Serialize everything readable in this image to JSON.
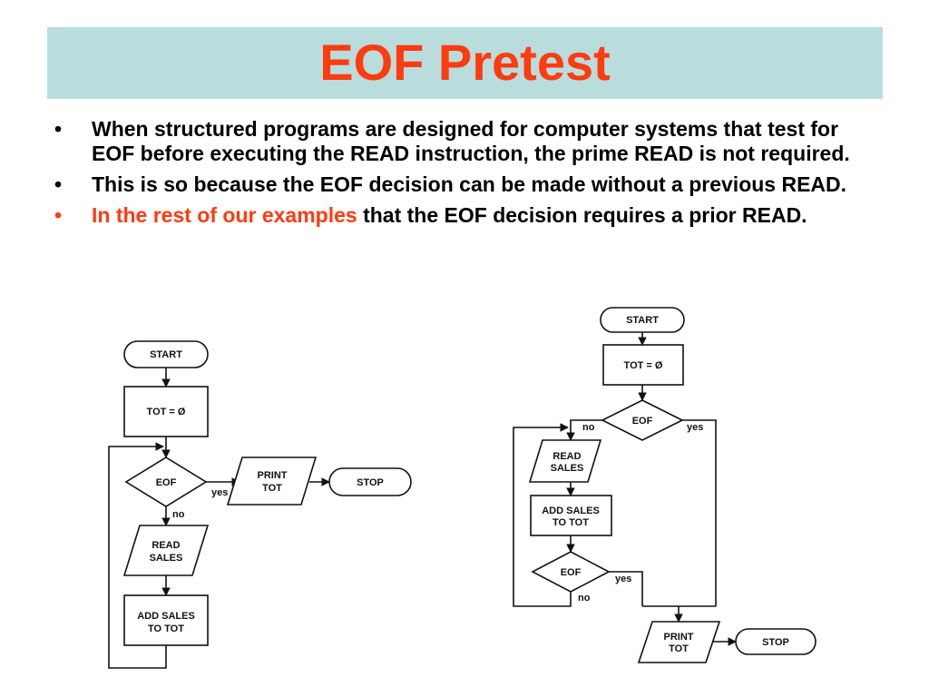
{
  "title": "EOF Pretest",
  "bullets": [
    {
      "parts": [
        {
          "text": "When structured programs are designed for computer systems that test for EOF before executing the READ instruction, the prime READ is not required.",
          "highlight": false
        }
      ]
    },
    {
      "parts": [
        {
          "text": "This is so because the EOF decision can be made without a previous READ.",
          "highlight": false
        }
      ]
    },
    {
      "parts": [
        {
          "text": "In the rest of our examples",
          "highlight": true
        },
        {
          "text": " that the EOF decision requires a prior READ.",
          "highlight": false
        }
      ]
    }
  ],
  "bullet_symbol": "•",
  "colors": {
    "title": "#ff3b10",
    "title_bar": "#b9dcdd",
    "highlight": "#ff3b10",
    "bullet_highlight": "#ff3b10"
  },
  "flowchart_left": {
    "start": "START",
    "init": "TOT = Ø",
    "decision": "EOF",
    "yes": "yes",
    "no": "no",
    "print_line1": "PRINT",
    "print_line2": "TOT",
    "stop": "STOP",
    "read_line1": "READ",
    "read_line2": "SALES",
    "add_line1": "ADD SALES",
    "add_line2": "TO TOT"
  },
  "flowchart_right": {
    "start": "START",
    "init": "TOT = Ø",
    "decision1": "EOF",
    "no1": "no",
    "yes1": "yes",
    "read_line1": "READ",
    "read_line2": "SALES",
    "add_line1": "ADD SALES",
    "add_line2": "TO TOT",
    "decision2": "EOF",
    "yes2": "yes",
    "no2": "no",
    "print_line1": "PRINT",
    "print_line2": "TOT",
    "stop": "STOP"
  }
}
